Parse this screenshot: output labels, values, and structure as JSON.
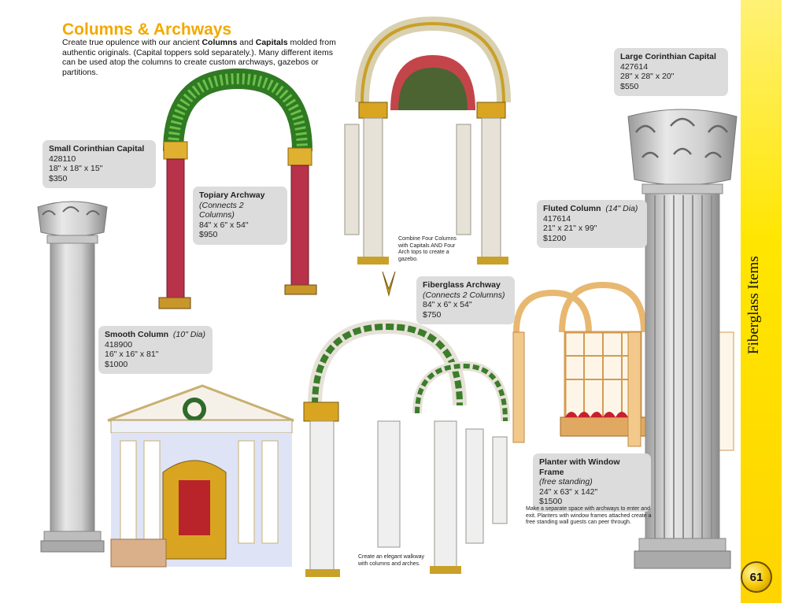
{
  "header": {
    "title": "Columns & Archways",
    "intro_1": "Create true opulence with our ancient ",
    "intro_b1": "Columns",
    "intro_2": " and ",
    "intro_b2": "Capitals",
    "intro_3": " molded from authentic originals.  (Capital toppers sold separately.). Many different items can be used atop the columns to create custom archways, gazebos or partitions."
  },
  "side": {
    "label": "Fiberglass Items",
    "page_number": "61"
  },
  "products": {
    "small_capital": {
      "name": "Small Corinthian Capital",
      "sku": "428110",
      "dims": "18\" x 18\" x 15\"",
      "price": "$350"
    },
    "topiary": {
      "name": "Topiary Archway",
      "note": "(Connects 2 Columns)",
      "dims": "84\" x 6\" x 54\"",
      "price": "$950"
    },
    "large_capital": {
      "name": "Large Corinthian Capital",
      "sku": "427614",
      "dims": "28\" x 28\" x 20\"",
      "price": "$550"
    },
    "fluted": {
      "name": "Fluted Column",
      "dia": "(14\" Dia)",
      "sku": "417614",
      "dims": "21\" x 21\" x 99\"",
      "price": "$1200"
    },
    "fiberglass_arch": {
      "name": "Fiberglass Archway",
      "note": "(Connects 2 Columns)",
      "dims": "84\" x 6\" x 54\"",
      "price": "$750"
    },
    "smooth": {
      "name": "Smooth Column",
      "dia": "(10\" Dia)",
      "sku": "418900",
      "dims": "16\" x 16\" x 81\"",
      "price": "$1000"
    },
    "planter": {
      "name": "Planter with Window Frame",
      "note": "(free standing)",
      "dims": "24\" x 63\" x 142\"",
      "price": "$1500"
    }
  },
  "captions": {
    "gazebo": "Combine Four Columns with Capitals AND Four Arch tops to create a gazebo.",
    "walkway": "Create an elegant walkway with columns and arches.",
    "planter": "Make a separate space with archways to enter and exit.  Planters with window frames attached create a free standing wall guests can peer through."
  },
  "colors": {
    "title": "#f2a900",
    "band": "#ffe600",
    "box": "#dcdcdc",
    "gold": "#d9a520",
    "topiary": "#3f8f2f",
    "red_column": "#b8324a"
  }
}
